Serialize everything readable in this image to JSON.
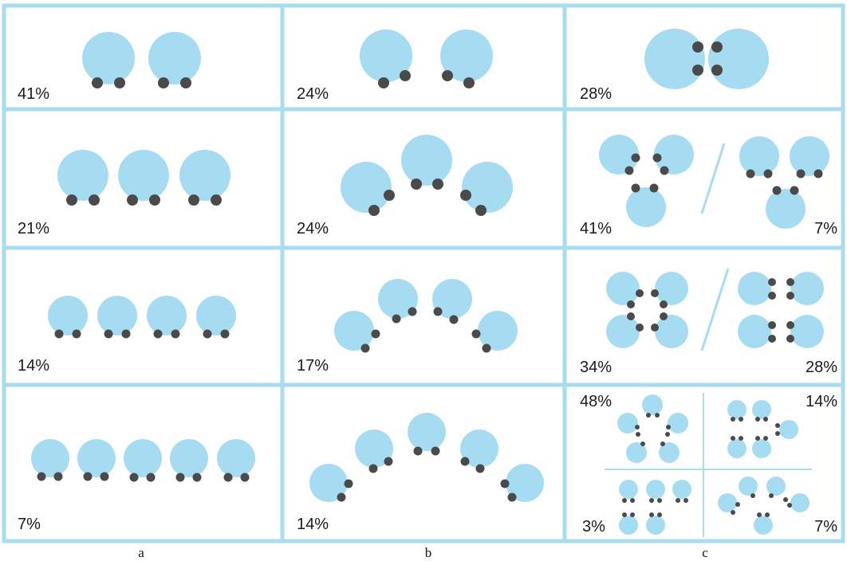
{
  "figure": {
    "colors": {
      "frame": "#a8dcef",
      "circle": "#a6dcf2",
      "dot": "#4a4a4a",
      "divider": "#a8dcef"
    },
    "columns": [
      {
        "id": "a",
        "label": "a"
      },
      {
        "id": "b",
        "label": "b"
      },
      {
        "id": "c",
        "label": "c"
      }
    ],
    "panels": {
      "a1": {
        "percent": "41%",
        "arrangement": "2 circles in a row, dots below"
      },
      "a2": {
        "percent": "21%",
        "arrangement": "3 circles in a row, dots below"
      },
      "a3": {
        "percent": "14%",
        "arrangement": "4 circles in a row, dots below"
      },
      "a4": {
        "percent": "7%",
        "arrangement": "5 circles in a row, dots below"
      },
      "b1": {
        "percent": "24%",
        "arrangement": "2 circles, dots angled inward"
      },
      "b2": {
        "percent": "24%",
        "arrangement": "3 circles in an arc"
      },
      "b3": {
        "percent": "17%",
        "arrangement": "4 circles in an arc"
      },
      "b4": {
        "percent": "14%",
        "arrangement": "5 circles in an arc"
      },
      "c1": {
        "percent": "28%",
        "arrangement": "2 circles facing each other"
      },
      "c2": {
        "percent_left": "41%",
        "percent_right": "7%",
        "arrangement": "3 circles, triangle vs. T-shape"
      },
      "c3": {
        "percent_left": "34%",
        "percent_right": "28%",
        "arrangement": "4 circles, ring vs. pairs"
      },
      "c4": {
        "percent_tl": "48%",
        "percent_tr": "14%",
        "percent_bl": "3%",
        "percent_br": "7%",
        "arrangement": "5 circles, four variants"
      }
    }
  }
}
